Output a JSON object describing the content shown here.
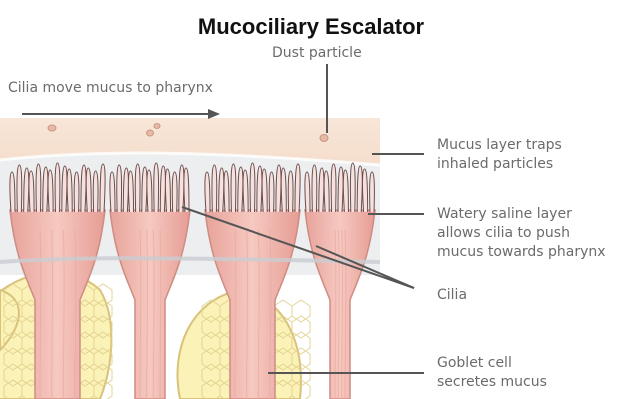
{
  "title": "Mucociliary Escalator",
  "labels": {
    "dust_particle": "Dust particle",
    "cilia_move": "Cilia move mucus to pharynx",
    "mucus_layer": [
      "Mucus layer traps",
      "inhaled particles"
    ],
    "saline_layer": [
      "Watery saline layer",
      "allows cilia to push",
      "mucus towards pharynx"
    ],
    "cilia": "Cilia",
    "goblet_cell": [
      "Goblet cell",
      "secretes mucus"
    ]
  },
  "colors": {
    "mucus": "#f6dfcf",
    "saline": "#e9ecef",
    "cell": "#f0b8b0",
    "cell_dark": "#e49a90",
    "goblet": "#fbf2b8",
    "cilia_stroke": "#6b4f4f",
    "pointer": "#555555",
    "label_text": "#6b6b6b"
  }
}
